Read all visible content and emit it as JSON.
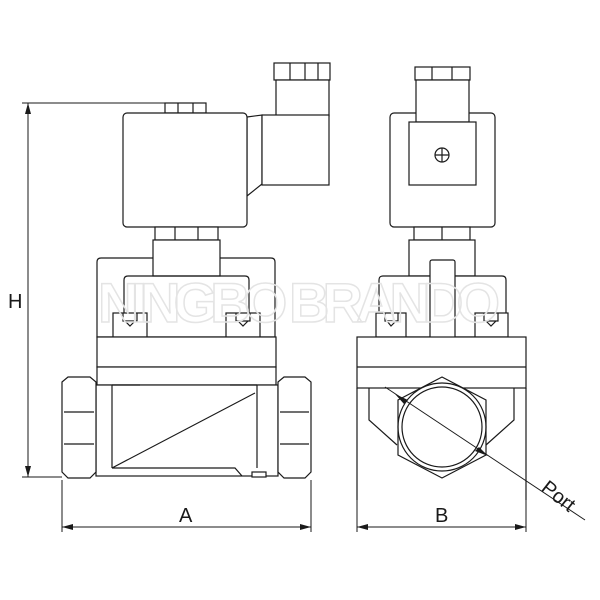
{
  "drawing": {
    "labels": {
      "height": "H",
      "length": "A",
      "width": "B",
      "port": "Port"
    },
    "watermark": "NINGBO BRANDO",
    "line_color": "#1a1a1a",
    "watermark_color": "#e4e4e4"
  }
}
